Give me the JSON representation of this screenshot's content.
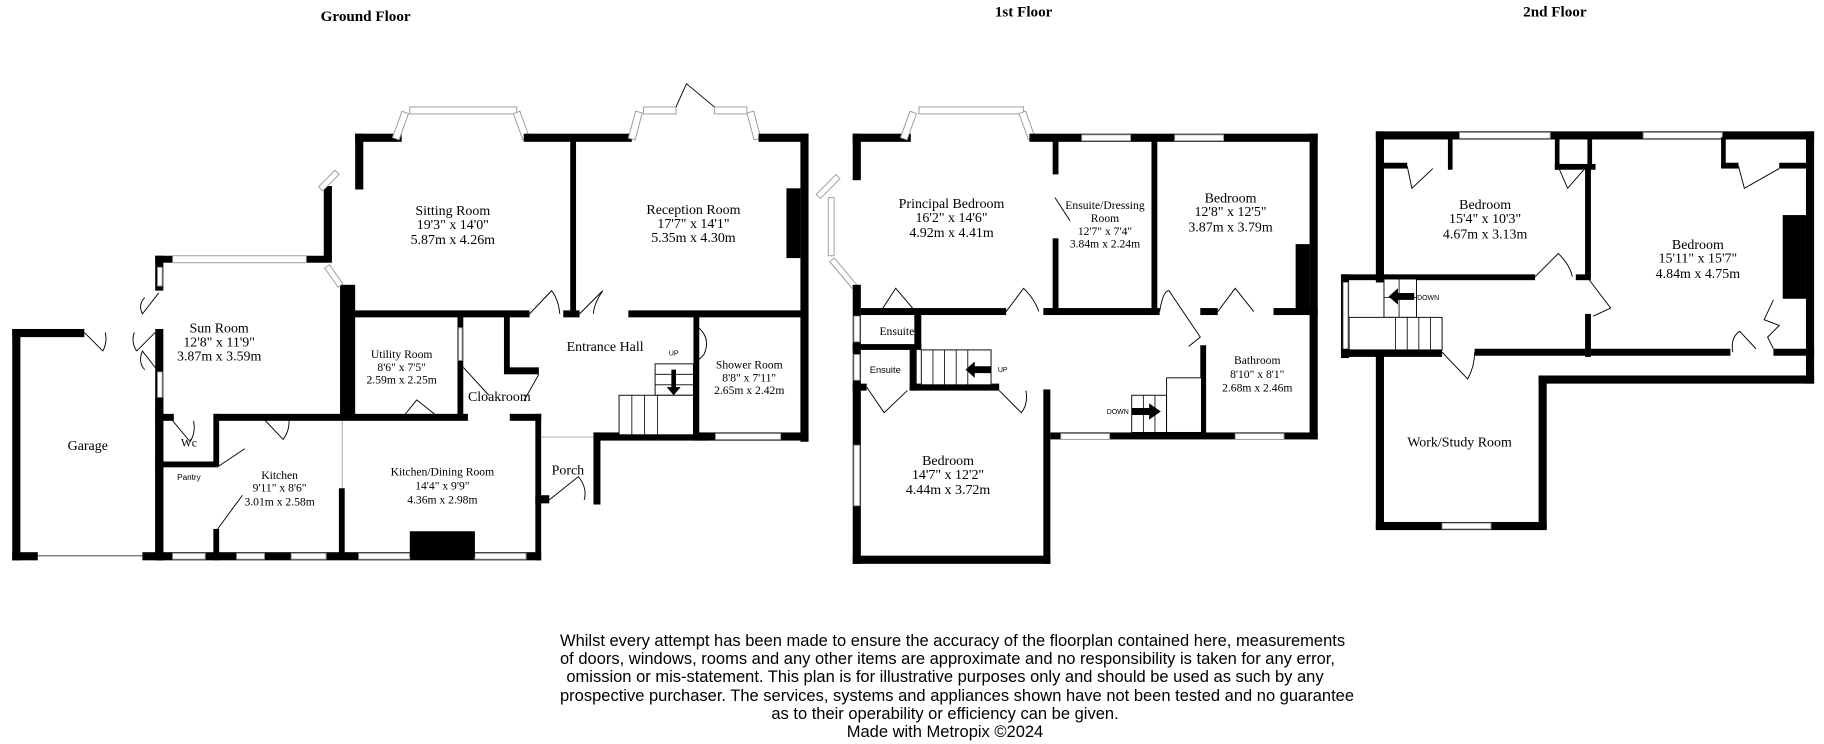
{
  "floors": {
    "ground": {
      "title": "Ground Floor",
      "rooms": {
        "sun_room": {
          "name": "Sun Room",
          "imperial": "12'8\"  x 11'9\"",
          "metric": "3.87m  x 3.59m"
        },
        "sitting_room": {
          "name": "Sitting Room",
          "imperial": "19'3\"  x 14'0\"",
          "metric": "5.87m  x 4.26m"
        },
        "reception_room": {
          "name": "Reception Room",
          "imperial": "17'7\"  x 14'1\"",
          "metric": "5.35m  x 4.30m"
        },
        "utility_room": {
          "name": "Utility Room",
          "imperial": "8'6\"  x 7'5\"",
          "metric": "2.59m  x 2.25m"
        },
        "entrance_hall": {
          "name": "Entrance Hall"
        },
        "shower_room": {
          "name": "Shower Room",
          "imperial": "8'8\"  x 7'11\"",
          "metric": "2.65m  x 2.42m"
        },
        "cloakroom": {
          "name": "Cloakroom"
        },
        "wc": {
          "name": "Wc"
        },
        "pantry": {
          "name": "Pantry"
        },
        "kitchen": {
          "name": "Kitchen",
          "imperial": "9'11\"  x 8'6\"",
          "metric": "3.01m  x 2.58m"
        },
        "kitchen_dining": {
          "name": "Kitchen/Dining Room",
          "imperial": "14'4\"  x 9'9\"",
          "metric": "4.36m  x 2.98m"
        },
        "porch": {
          "name": "Porch"
        },
        "garage": {
          "name": "Garage"
        }
      },
      "stairs_label": "UP"
    },
    "first": {
      "title": "1st Floor",
      "rooms": {
        "principal_bedroom": {
          "name": "Principal Bedroom",
          "imperial": "16'2\"  x 14'6\"",
          "metric": "4.92m  x 4.41m"
        },
        "ensuite_dressing": {
          "name_line1": "Ensuite/Dressing",
          "name_line2": "Room",
          "imperial": "12'7\"  x 7'4\"",
          "metric": "3.84m  x 2.24m"
        },
        "bedroom_front": {
          "name": "Bedroom",
          "imperial": "12'8\"  x 12'5\"",
          "metric": "3.87m  x 3.79m"
        },
        "ensuite_1": {
          "name": "Ensuite"
        },
        "ensuite_2": {
          "name": "Ensuite"
        },
        "bathroom": {
          "name": "Bathroom",
          "imperial": "8'10\"  x 8'1\"",
          "metric": "2.68m  x 2.46m"
        },
        "bedroom_rear": {
          "name": "Bedroom",
          "imperial": "14'7\"  x 12'2\"",
          "metric": "4.44m  x 3.72m"
        }
      },
      "stairs_up_label": "UP",
      "stairs_down_label": "DOWN"
    },
    "second": {
      "title": "2nd Floor",
      "rooms": {
        "bedroom_left": {
          "name": "Bedroom",
          "imperial": "15'4\"  x 10'3\"",
          "metric": "4.67m  x 3.13m"
        },
        "bedroom_right": {
          "name": "Bedroom",
          "imperial": "15'11\"  x 15'7\"",
          "metric": "4.84m  x 4.75m"
        },
        "work_study": {
          "name": "Work/Study Room"
        }
      },
      "stairs_down_label": "DOWN"
    }
  },
  "disclaimer": {
    "lines": [
      "Whilst every attempt has been made to ensure the accuracy of the floorplan contained here, measurements",
      "of doors, windows, rooms and any other items are approximate and no responsibility is taken for any error,",
      "omission or mis-statement. This plan is for illustrative purposes only and should be used as such by any",
      "prospective purchaser. The services, systems and appliances shown have not been tested and no guarantee",
      "as to their operability or efficiency can be given.",
      "Made with Metropix ©2024"
    ]
  }
}
